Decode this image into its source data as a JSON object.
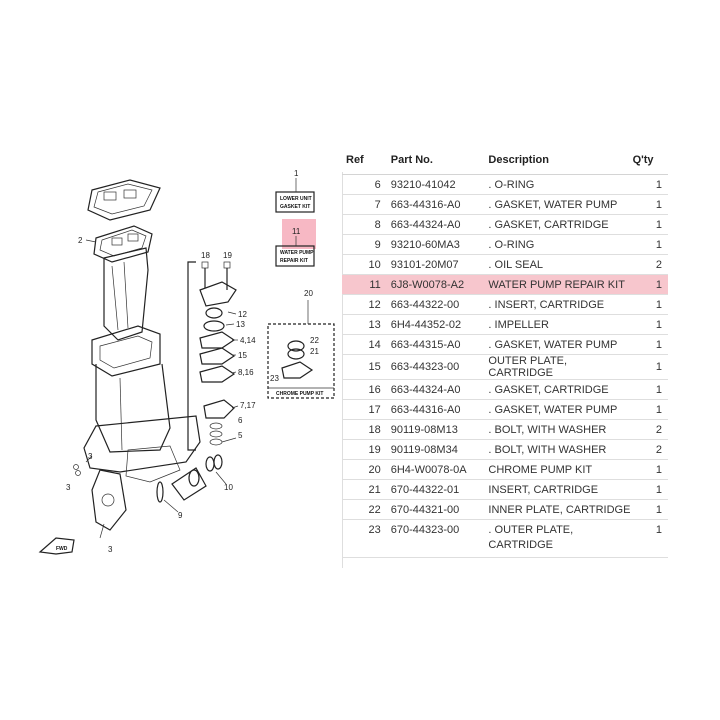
{
  "diagram": {
    "box_labels": {
      "lower_unit_gasket_kit": [
        "LOWER UNIT",
        "GASKET KIT"
      ],
      "water_pump_repair_kit": [
        "WATER PUMP",
        "REPAIR KIT"
      ],
      "chrome_pump_kit": "CHROME PUMP KIT"
    },
    "callouts": [
      "1",
      "11",
      "2",
      "18",
      "19",
      "20",
      "12",
      "13",
      "22",
      "21",
      "4,14",
      "15",
      "23",
      "8,16",
      "7,17",
      "6",
      "5",
      "3",
      "9",
      "10",
      "3",
      "3"
    ],
    "fwd_label": "FWD",
    "highlight_color": "#f7b8c4"
  },
  "table": {
    "headers": {
      "ref": "Ref",
      "part": "Part No.",
      "desc": "Description",
      "qty": "Q'ty"
    },
    "highlight_color": "#f7c6cd",
    "rows": [
      {
        "ref": "6",
        "part": "93210-41042",
        "desc": ". O-RING",
        "qty": "1"
      },
      {
        "ref": "7",
        "part": "663-44316-A0",
        "desc": ". GASKET, WATER PUMP",
        "qty": "1"
      },
      {
        "ref": "8",
        "part": "663-44324-A0",
        "desc": ". GASKET, CARTRIDGE",
        "qty": "1"
      },
      {
        "ref": "9",
        "part": "93210-60MA3",
        "desc": ". O-RING",
        "qty": "1"
      },
      {
        "ref": "10",
        "part": "93101-20M07",
        "desc": ". OIL SEAL",
        "qty": "2"
      },
      {
        "ref": "11",
        "part": "6J8-W0078-A2",
        "desc": "WATER PUMP REPAIR KIT",
        "qty": "1",
        "highlight": true
      },
      {
        "ref": "12",
        "part": "663-44322-00",
        "desc": ". INSERT, CARTRIDGE",
        "qty": "1"
      },
      {
        "ref": "13",
        "part": "6H4-44352-02",
        "desc": ". IMPELLER",
        "qty": "1"
      },
      {
        "ref": "14",
        "part": "663-44315-A0",
        "desc": ". GASKET, WATER PUMP",
        "qty": "1"
      },
      {
        "ref": "15",
        "part": "663-44323-00",
        "desc": "OUTER PLATE, CARTRIDGE",
        "qty": "1"
      },
      {
        "ref": "16",
        "part": "663-44324-A0",
        "desc": ". GASKET, CARTRIDGE",
        "qty": "1"
      },
      {
        "ref": "17",
        "part": "663-44316-A0",
        "desc": ". GASKET, WATER PUMP",
        "qty": "1"
      },
      {
        "ref": "18",
        "part": "90119-08M13",
        "desc": ". BOLT, WITH WASHER",
        "qty": "2"
      },
      {
        "ref": "19",
        "part": "90119-08M34",
        "desc": ". BOLT, WITH WASHER",
        "qty": "2"
      },
      {
        "ref": "20",
        "part": "6H4-W0078-0A",
        "desc": "CHROME PUMP KIT",
        "qty": "1"
      },
      {
        "ref": "21",
        "part": "670-44322-01",
        "desc": "INSERT, CARTRIDGE",
        "qty": "1"
      },
      {
        "ref": "22",
        "part": "670-44321-00",
        "desc": "INNER PLATE, CARTRIDGE",
        "qty": "1"
      },
      {
        "ref": "23",
        "part": "670-44323-00",
        "desc": ". OUTER PLATE, CARTRIDGE",
        "qty": "1",
        "tall": true
      }
    ]
  }
}
